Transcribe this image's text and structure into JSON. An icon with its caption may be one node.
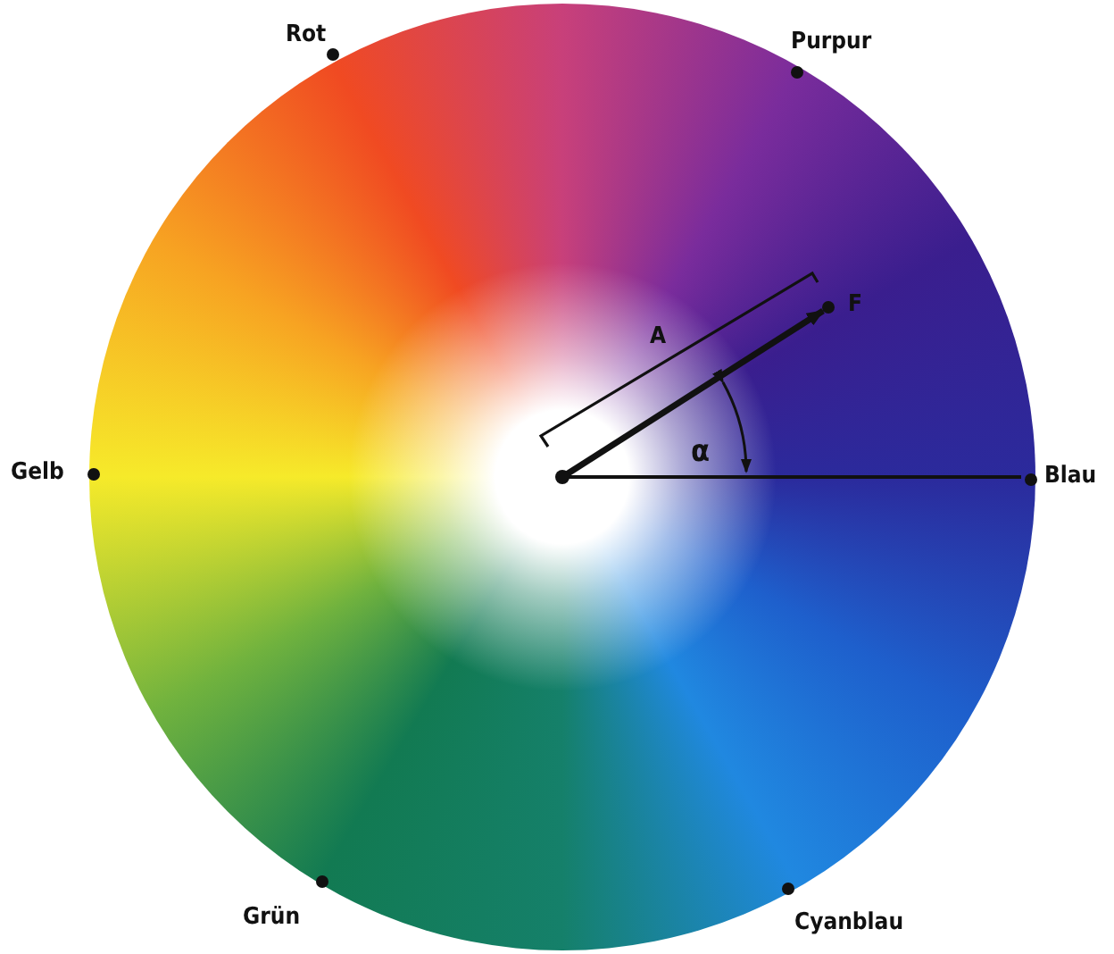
{
  "diagram": {
    "labels": [
      "Rot",
      "Purpur",
      "Gelb",
      "Blau",
      "Grün",
      "Cyanblau",
      "A",
      "F",
      "α"
    ]
  }
}
